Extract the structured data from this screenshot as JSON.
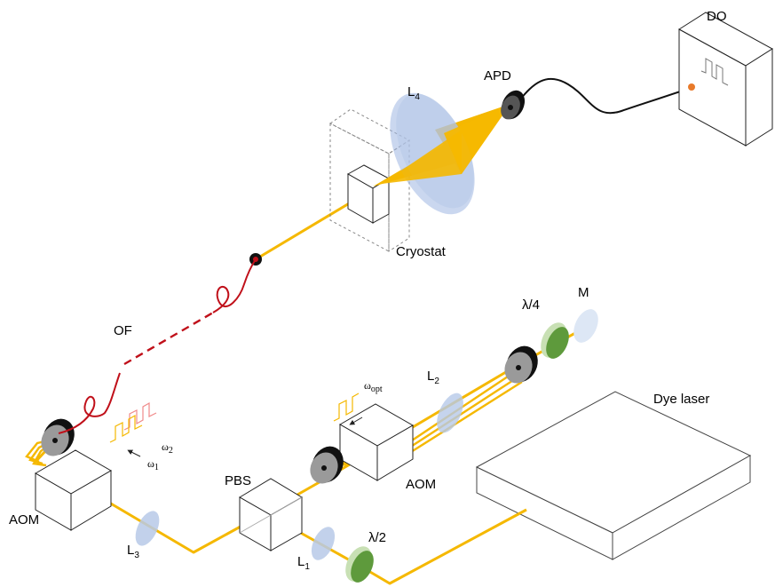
{
  "labels": {
    "do": "DO",
    "apd": "APD",
    "l4": "L",
    "l4_sub": "4",
    "cryostat": "Cryostat",
    "of": "OF",
    "m": "M",
    "lambda4": "λ/4",
    "l2": "L",
    "l2_sub": "2",
    "omega_opt": "ω",
    "omega_opt_sub": "opt",
    "dye_laser": "Dye laser",
    "aom_left": "AOM",
    "omega2": "ω",
    "omega2_sub": "2",
    "omega1": "ω",
    "omega1_sub": "1",
    "pbs": "PBS",
    "aom_mid": "AOM",
    "l3": "L",
    "l3_sub": "3",
    "l1": "L",
    "l1_sub": "1",
    "lambda2": "λ/2"
  },
  "colors": {
    "beam": "#f5b800",
    "lens": "#b7c9e8",
    "waveplate": "#5e9a3c",
    "waveplate_light": "#c8e0b4",
    "fiber": "#c0101a",
    "mount_rim": "#222222",
    "mount_face": "#9a9a9a",
    "signal_orange": "#e87a2a",
    "signal_pink": "#f08a8a"
  }
}
